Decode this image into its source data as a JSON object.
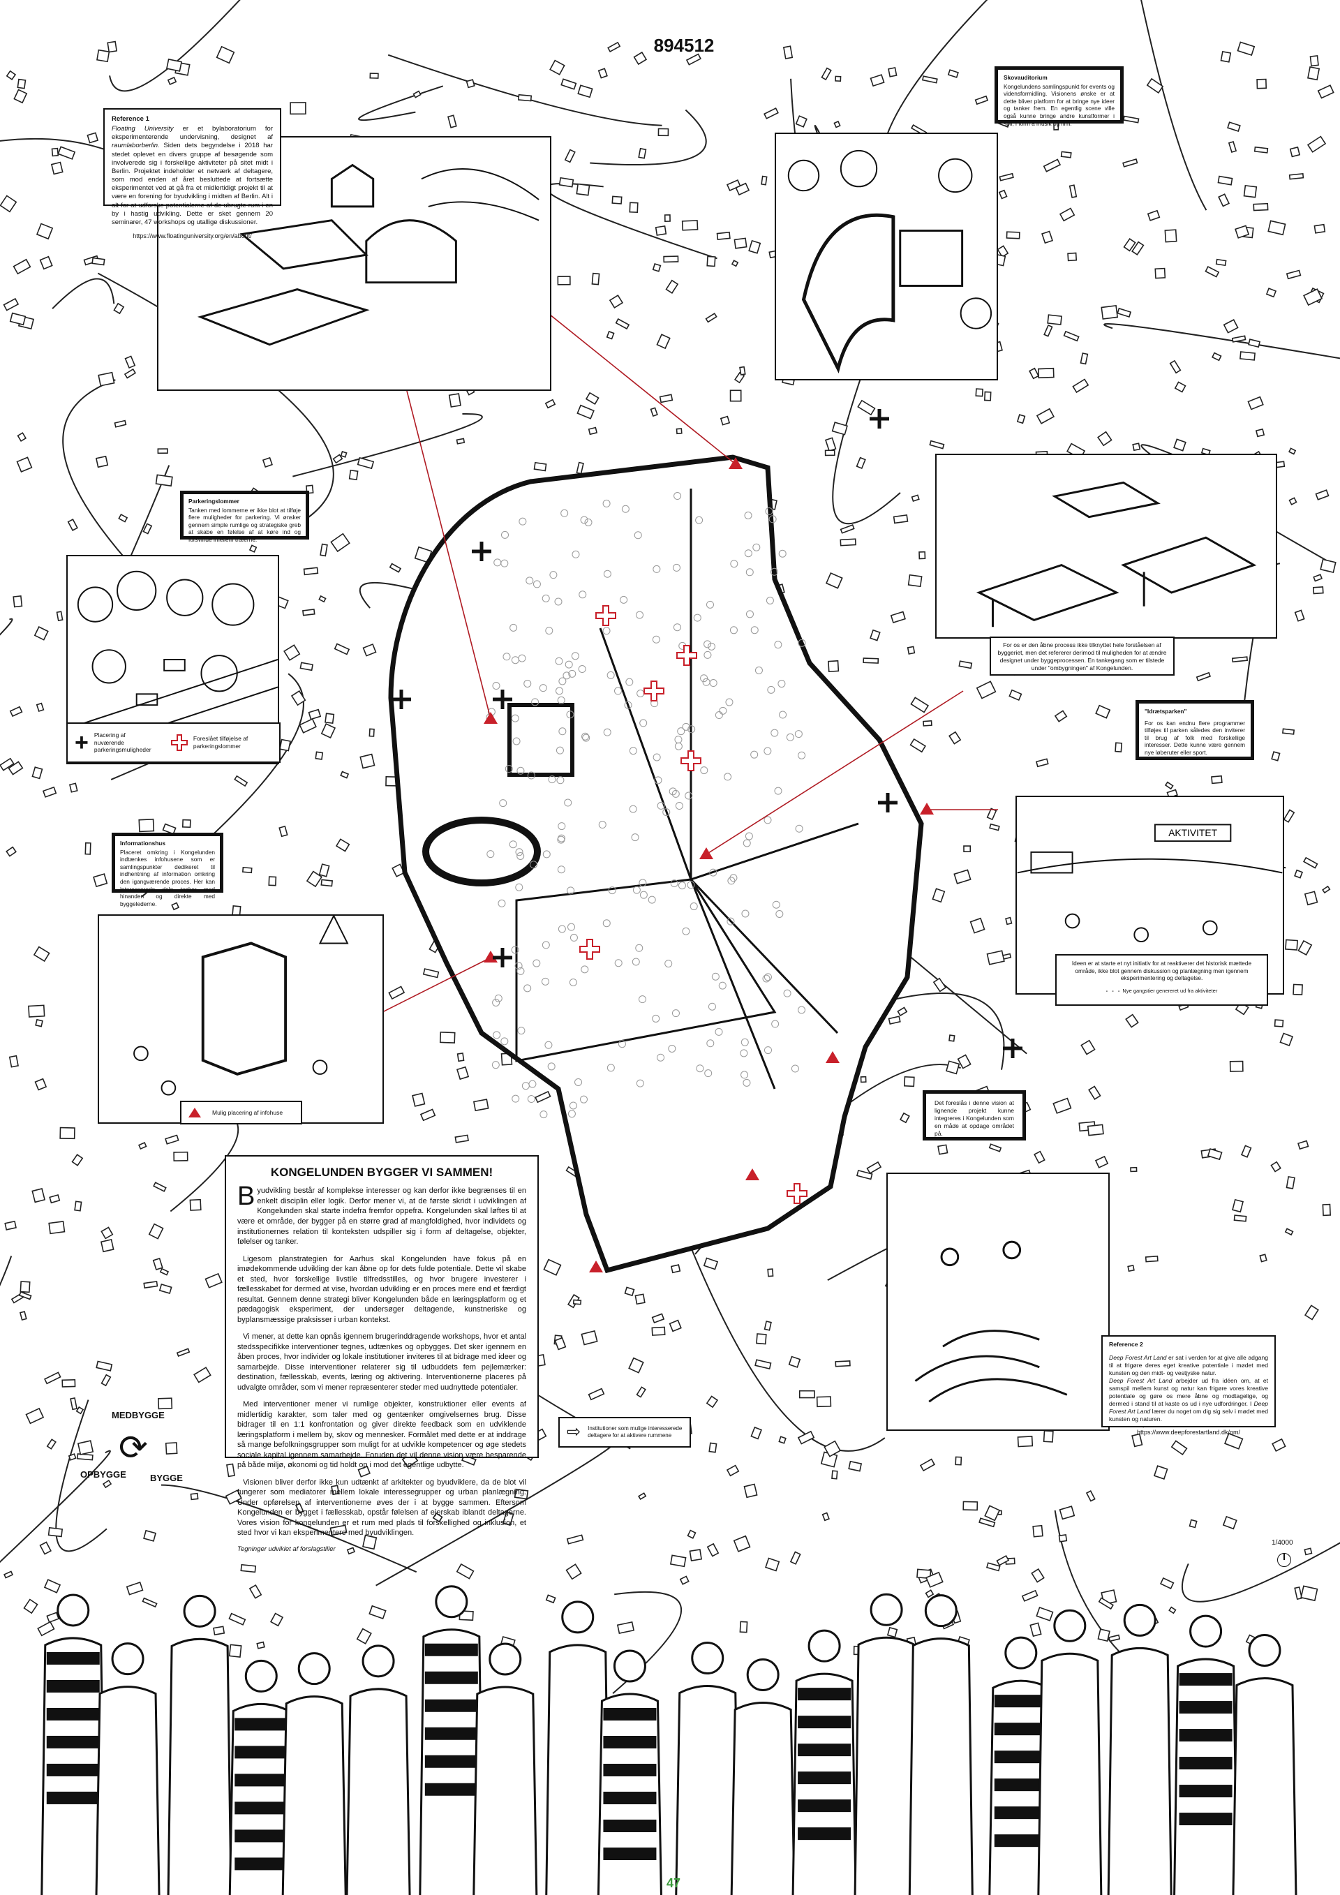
{
  "title": "894512",
  "page_number": "47",
  "scale_label": "1/4000",
  "colors": {
    "accent_red": "#c8202a",
    "ink": "#111111",
    "page_number_green": "#3a9a3a"
  },
  "reference1": {
    "heading": "Reference 1",
    "italic_lead": "Floating University",
    "text1": " er et bylaboratorium for eksperimenterende undervisning, designet af ",
    "italic2": "raumlaborberlin.",
    "text2": " Siden dets begyndelse i 2018 har stedet oplevet en divers gruppe af besøgende som involverede sig i forskellige aktiviteter på sitet midt i Berlin. Projektet indeholder et netværk af deltagere, som mod enden af året besluttede at fortsætte eksperimentet ved at gå fra et midlertidigt projekt til at være en forening for byudvikling i midten af Berlin. Alt i alt for at udforske potentialerne af de ubrugte rum i en by i hastig udvikling. Dette er sket gennem 20 seminarer, 47 workshops og utallige diskussioner.",
    "url": "https://www.floatinguniversity.org/en/about/"
  },
  "skovauditorium": {
    "heading": "Skovauditorium",
    "text": "Kongelundens samlingspunkt for events og vidensformidling. Visionens ønske er at dette bliver platform for at bringe nye ideer og tanker frem. En egentlig scene ville også kunne bringe andre kunstformer i spil, i form a musik og film."
  },
  "parkering": {
    "heading": "Parkeringslommer",
    "text": "Tanken med lommerne er ikke blot at tilføje flere muligheder for parkering. Vi ønsker gennem simple rumlige og strategiske greb at skabe en følelse af at køre ind og forsvinde imellem træerne."
  },
  "parking_legend": {
    "existing": "Placering af nuværende parkeringsmuligheder",
    "proposed": "Foreslået tilføjelse af parkeringslommer"
  },
  "informationshus": {
    "heading": "Informationshus",
    "text": "Placeret omkring i Kongelunden indtænkes infohusene som er samlingspunkter dedikeret til indhentning af information omkring den igangværende proces. Her kan interesserede dele tanker med hinanden og direkte med byggelederne."
  },
  "infohus_legend": "Mulig placering af infohuse",
  "open_process": "For os er den åbne process ikke tilknyttet hele forståelsen af byggeriet, men det refererer derimod til muligheden for at ændre designet under byggeprocessen. En tankegang som er tilstede under \"ombygningen\" af Kongelunden.",
  "idraetsparken": {
    "heading": "\"Idrætsparken\"",
    "text": "For os kan endnu flere programmer tilføjes til parken således den inviterer til brug af folk med forskellige interesser. Dette kunne være gennem nye løberuter eller sport.",
    "sign": "AKTIVITET"
  },
  "ideen": {
    "text": "Ideen er at starte et nyt initiativ for at reaktiverer det historisk mættede område, ikke blot gennem diskussion og planlægning men igennem eksperimentering og deltagelse.",
    "legend": "Nye gangstier genereret ud fra aktiviteter"
  },
  "foreslaas": "Det foreslås i denne vision at lignende projekt kunne integreres i Kongelunden som en måde at opdage området på.",
  "reference2": {
    "heading": "Reference 2",
    "p1_italic": "Deep Forest Art Land",
    "p1": " er sat i verden for at give alle adgang til at frigøre deres eget kreative potentiale i mødet med kunsten og den midt- og vestjyske natur.",
    "p2_italic": "Deep Forest Art Land",
    "p2a": " arbejder ud fra idéen om, at et samspil mellem kunst og natur kan frigøre vores kreative potentiale og gøre os mere åbne og modtagelige, og dermed i stand til at kaste os ud i nye udfordringer. I ",
    "p2_italic2": "Deep Forest Art Land",
    "p2b": " lærer du noget om dig sig selv i mødet med kunsten og naturen.",
    "url": "https://www.deepforestartland.dk/om/"
  },
  "main_text": {
    "heading": "KONGELUNDEN BYGGER VI SAMMEN!",
    "dropcap": "B",
    "p1": "yudvikling består af komplekse interesser og kan derfor ikke begrænses til en enkelt disciplin eller logik. Derfor mener vi, at de første skridt i udviklingen af Kongelunden skal starte indefra fremfor oppefra. Kongelunden skal løftes til at være et område, der bygger på en større grad af mangfoldighed, hvor individets og institutionernes relation til konteksten udspiller sig i form af deltagelse, objekter, følelser og tanker.",
    "p2": "Ligesom planstrategien for Aarhus skal Kongelunden have fokus på en imødekommende udvikling der kan åbne op for dets fulde potentiale. Dette vil skabe et sted, hvor forskellige livstile tilfredsstilles, og hvor brugere investerer i fællesskabet for dermed at vise, hvordan udvikling er en proces mere end et færdigt resultat. Gennem denne strategi bliver Kongelunden både en læringsplatform og et pædagogisk eksperiment, der undersøger deltagende, kunstneriske og byplansmæssige praksisser i urban kontekst.",
    "p3": "Vi mener, at dette kan opnås igennem brugerinddragende workshops, hvor et antal stedsspecifikke interventioner tegnes, udtænkes og opbygges. Det sker igennem en åben proces, hvor individer og lokale institutioner inviteres til at bidrage med ideer og samarbejde. Disse interventioner relaterer sig til udbuddets fem pejlemærker: destination, fællesskab, events, læring og aktivering. Interventionerne placeres på udvalgte områder, som vi mener repræsenterer steder med uudnyttede potentialer.",
    "p4": "Med interventioner mener vi rumlige objekter, konstruktioner eller events af midlertidig karakter, som taler med og gentænker omgivelsernes brug. Disse bidrager til en 1:1 konfrontation og giver direkte feedback som en udviklende læringsplatform i mellem by, skov og mennesker. Formålet med dette er at inddrage så mange befolkningsgrupper som muligt for at udvikle kompetencer og øge stedets sociale kapital igennem samarbejde. Foruden det vil denne vision være besparende på både miljø, økonomi og tid holdt op i mod det egentlige udbytte.",
    "p5": "Visionen bliver derfor ikke kun udtænkt af arkitekter og byudviklere, da de blot vil fungerer som mediatorer mellem lokale interessegrupper og urban planlægning. Under opførelsen af interventionerne øves der i at bygge sammen. Eftersom Kongelunden er bygget i fællesskab, opstår følelsen af ejerskab iblandt deltagerne. Vores vision for kongelunden er et rum med plads til forskellighed og inklusion, et sted hvor vi kan eksperimentere med byudviklingen.",
    "credit": "Tegninger udviklet af forslagstiller"
  },
  "institutioner_legend": "Institutioner som mulige interesserede deltagere for at aktivere rummene",
  "cycle": [
    "MEDBYGGE",
    "BYGGE",
    "OPBYGGE"
  ],
  "icons": {
    "existing_parking": "black-plus-icon",
    "proposed_parking": "red-outline-plus-icon",
    "infohus": "red-triangle-icon",
    "north": "north-arrow-icon"
  }
}
